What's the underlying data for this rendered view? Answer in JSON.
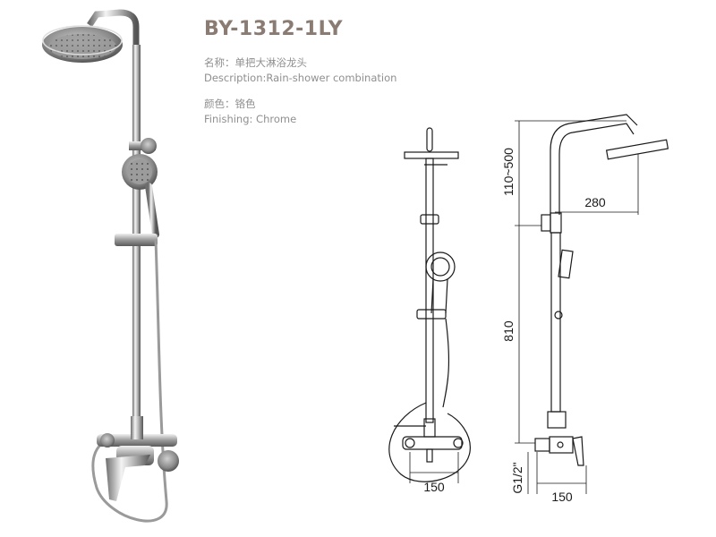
{
  "product": {
    "model": "BY-1312-1LY",
    "name_line": "名称：单把大淋浴龙头",
    "description_line": "Description:Rain-shower combination",
    "color_line": "颜色：铬色",
    "finishing_line": "Finishing: Chrome"
  },
  "drawing": {
    "dim_front_width": "150",
    "dim_side_reach": "280",
    "dim_head_height": "110~500",
    "dim_bar_height": "810",
    "dim_inlet_thread": "G1/2\"",
    "dim_side_width": "150"
  }
}
